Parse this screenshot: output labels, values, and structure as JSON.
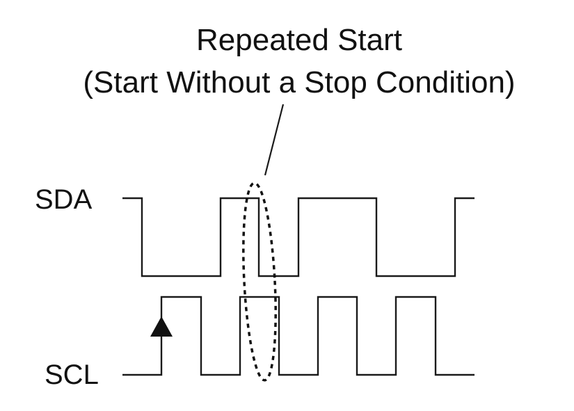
{
  "annotation": {
    "line1": "Repeated Start",
    "line2": "(Start Without a Stop Condition)"
  },
  "signals": {
    "sda_label": "SDA",
    "scl_label": "SCL"
  }
}
